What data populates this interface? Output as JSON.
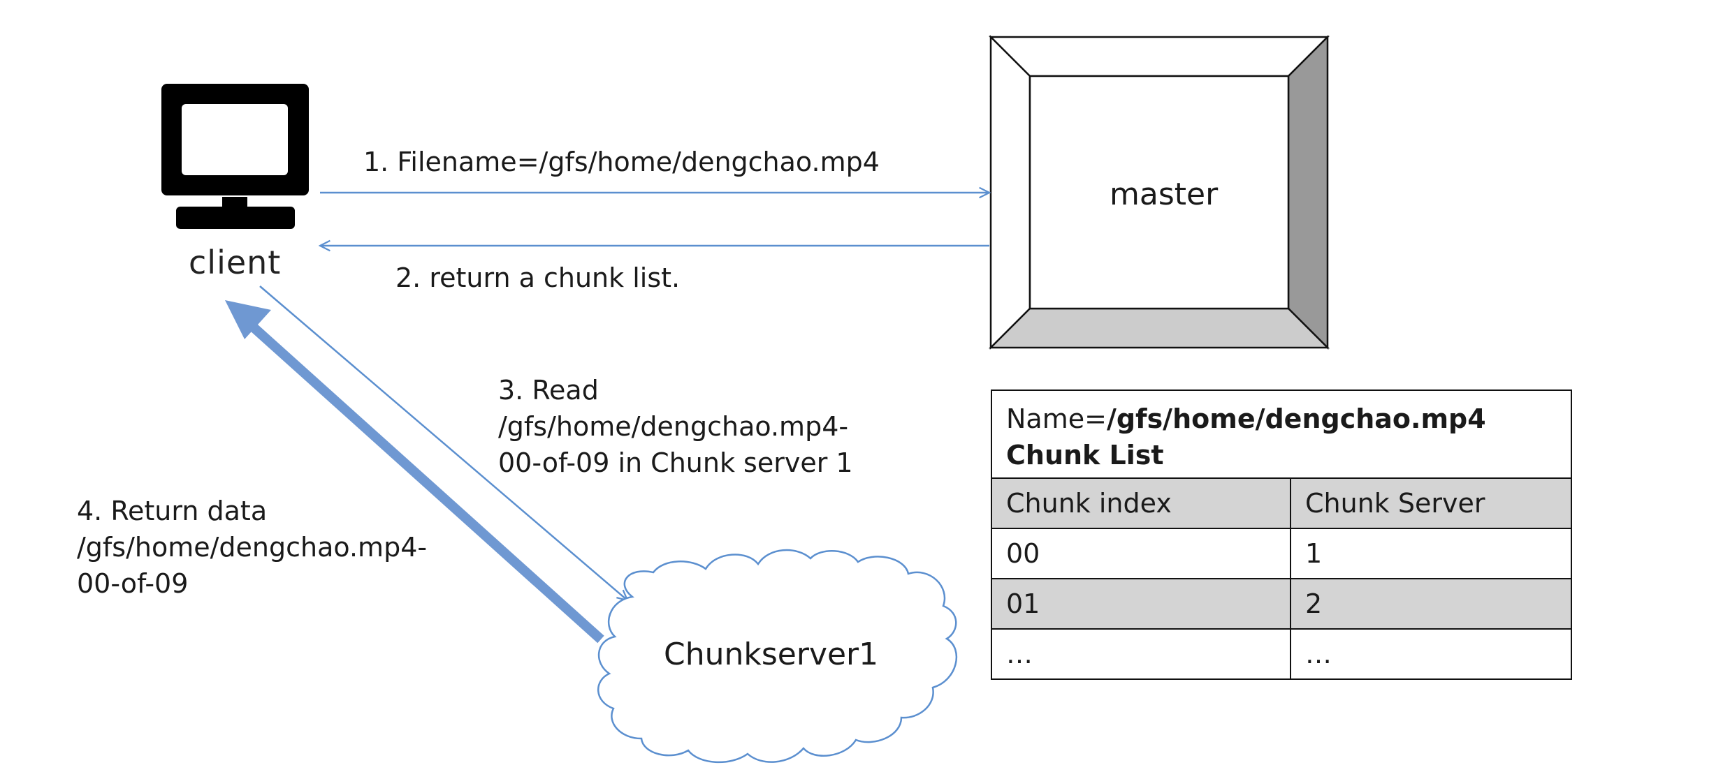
{
  "nodes": {
    "client": {
      "label": "client",
      "icon": "monitor-icon"
    },
    "master": {
      "label": "master"
    },
    "chunkserver": {
      "label": "Chunkserver1",
      "shape": "cloud"
    }
  },
  "steps": {
    "step1": "1. Filename=/gfs/home/dengchao.mp4",
    "step2": "2. return a chunk list.",
    "step3": {
      "line1": "3. Read",
      "line2": "/gfs/home/dengchao.mp4-",
      "line3": "00-of-09 in  Chunk server 1"
    },
    "step4": {
      "line1": "4. Return data",
      "line2": "/gfs/home/dengchao.mp4-",
      "line3": "00-of-09"
    }
  },
  "table": {
    "name_prefix": "Name=",
    "name_value": "/gfs/home/dengchao.mp4",
    "title": "Chunk List",
    "headers": [
      "Chunk index",
      "Chunk Server"
    ],
    "rows": [
      [
        "00",
        "1"
      ],
      [
        "01",
        "2"
      ],
      [
        "…",
        "…"
      ]
    ]
  },
  "colors": {
    "arrow": "#5b8fcf",
    "thick_arrow": "#6f98d2",
    "cloud_stroke": "#5b8fcf",
    "bevel_top": "#ffffff",
    "bevel_right": "#999999",
    "bevel_bottom": "#cccccc",
    "table_header_fill": "#d4d4d4"
  }
}
